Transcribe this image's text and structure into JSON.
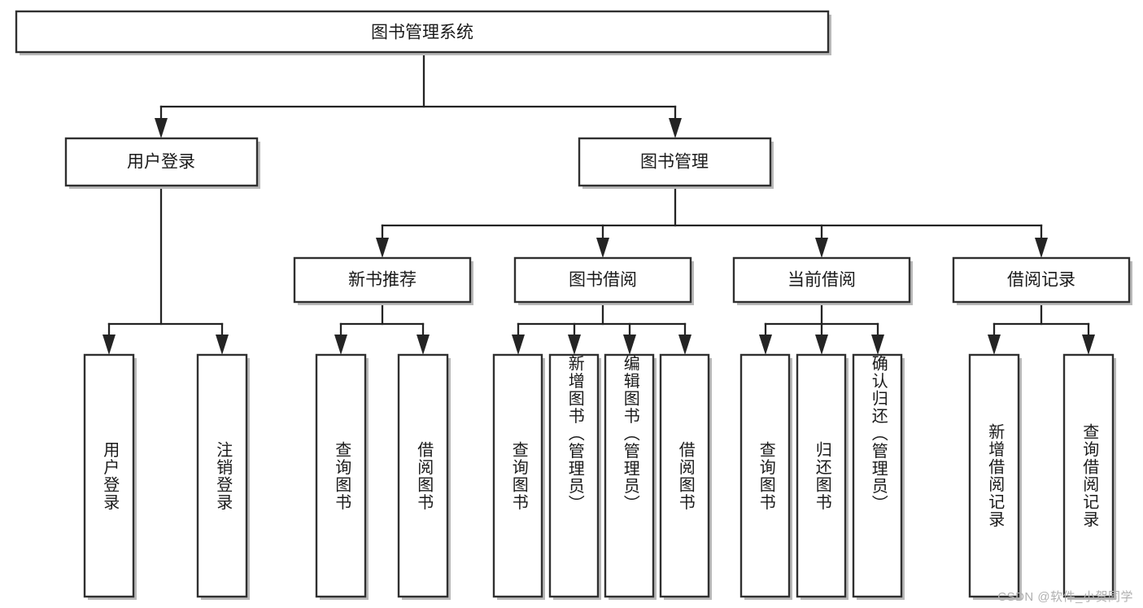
{
  "diagram": {
    "title": "图书管理系统",
    "type": "hierarchy-tree",
    "watermark": "CSDN @软件_小贺同学",
    "colors": {
      "box_fill": "#ffffff",
      "box_stroke": "#303030",
      "edge": "#242424",
      "shadow": "#b9b9b9",
      "text": "#1a1a1a",
      "watermark": "#b0b0b0"
    },
    "root": {
      "label": "图书管理系统"
    },
    "level2": [
      {
        "label": "用户登录"
      },
      {
        "label": "图书管理"
      }
    ],
    "level3": [
      {
        "label": "新书推荐"
      },
      {
        "label": "图书借阅"
      },
      {
        "label": "当前借阅"
      },
      {
        "label": "借阅记录"
      }
    ],
    "leaves": {
      "user_login": [
        {
          "label": "用户登录"
        },
        {
          "label": "注销登录"
        }
      ],
      "new_book_recommend": [
        {
          "label": "查询图书"
        },
        {
          "label": "借阅图书"
        }
      ],
      "book_borrow": [
        {
          "label": "查询图书"
        },
        {
          "label": "新增图书（管理员）"
        },
        {
          "label": "编辑图书（管理员）"
        },
        {
          "label": "借阅图书"
        }
      ],
      "current_borrow": [
        {
          "label": "查询图书"
        },
        {
          "label": "归还图书"
        },
        {
          "label": "确认归还（管理员）"
        }
      ],
      "borrow_record": [
        {
          "label": "新增借阅记录"
        },
        {
          "label": "查询借阅记录"
        }
      ]
    }
  }
}
